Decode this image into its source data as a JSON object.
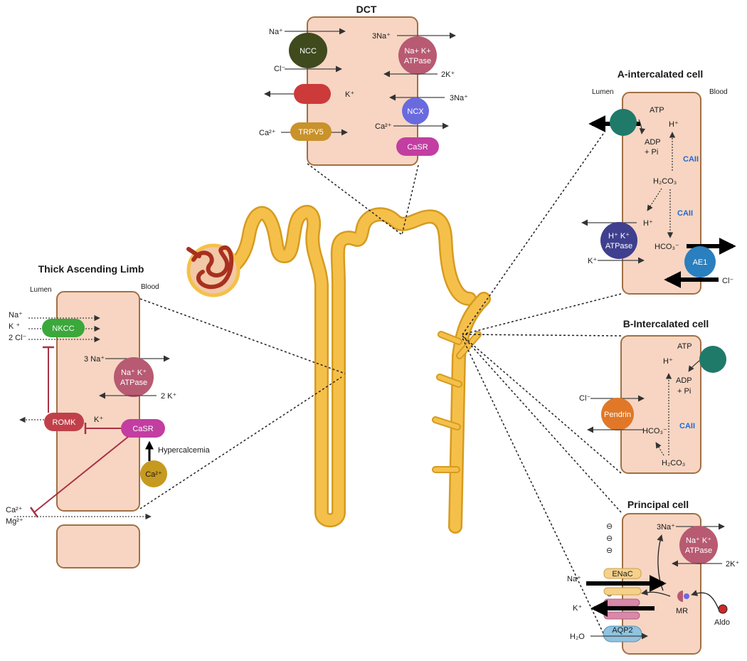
{
  "colors": {
    "cell_fill": "#f7d5c2",
    "cell_stroke": "#a07045",
    "tubule": "#f5c04a",
    "tubule_stroke": "#d69b1f",
    "glomerulus": "#a8301f",
    "ncc": "#3f4a1d",
    "atpase": "#b85a72",
    "red_channel": "#cc3a3a",
    "ncx": "#6a6adf",
    "trpv5": "#c9922a",
    "casr": "#c23ea0",
    "nkcc": "#3aa83a",
    "romk": "#c0404a",
    "teal": "#1f7a6a",
    "ae1": "#2a7fbf",
    "pendrin": "#e07828",
    "ca_blob": "#c69a1f",
    "enac": "#f6d18a",
    "roc": "#d888a8",
    "aqp2": "#8fc3e0",
    "aldo": "#cc2a2a",
    "inhibit": "#a83246"
  },
  "dct": {
    "title": "DCT",
    "ncc": "NCC",
    "atpase_line1": "Na+ K+",
    "atpase_line2": "ATPase",
    "ncx": "NCX",
    "trpv5": "TRPV5",
    "casr": "CaSR",
    "na": "Na⁺",
    "cl": "Cl⁻",
    "k": "K⁺",
    "ca": "Ca²⁺",
    "three_na": "3Na⁺",
    "two_k": "2K⁺",
    "three_na_b": "3Na⁺",
    "ca_b": "Ca²⁺"
  },
  "tal": {
    "title": "Thick Ascending Limb",
    "lumen": "Lumen",
    "blood": "Blood",
    "na": "Na⁺",
    "k": "K ⁺",
    "two_cl": "2 Cl⁻",
    "nkcc": "NKCC",
    "three_na": "3 Na⁺",
    "atpase_line1": "Na⁺ K⁺",
    "atpase_line2": "ATPase",
    "two_k": "2 K⁺",
    "romk": "ROMK",
    "k_romk": "K⁺",
    "casr": "CaSR",
    "hypercalcemia": "Hypercalcemia",
    "ca_blob": "Ca²⁺",
    "ca": "Ca²⁺",
    "mg": "Mg²⁺"
  },
  "a_cell": {
    "title": "A-intercalated cell",
    "lumen": "Lumen",
    "blood": "Blood",
    "atp": "ATP",
    "h1": "H⁺",
    "adp": "ADP",
    "pi": "+ Pi",
    "caii1": "CAII",
    "h2co3": "H₂CO₃",
    "caii2": "CAII",
    "h2": "H⁺",
    "hk_line1": "H⁺ K⁺",
    "hk_line2": "ATPase",
    "k": "K⁺",
    "hco3": "HCO₃⁻",
    "ae1": "AE1",
    "cl": "Cl⁻"
  },
  "b_cell": {
    "title": "B-Intercalated cell",
    "atp": "ATP",
    "h": "H⁺",
    "adp": "ADP",
    "pi": "+ Pi",
    "cl": "Cl⁻",
    "pendrin": "Pendrin",
    "caii": "CAII",
    "hco3": "HCO₃⁻",
    "h2co3": "H₂CO₃"
  },
  "p_cell": {
    "title": "Principal cell",
    "three_na": "3Na⁺",
    "atpase_line1": "Na⁺ K⁺",
    "atpase_line2": "ATPase",
    "two_k": "2K⁺",
    "enac": "ENaC",
    "na": "Na⁺",
    "k": "K⁺",
    "mr": "MR",
    "aldo": "Aldo",
    "aqp2": "AQP2",
    "h2o": "H₂O",
    "minus": "⊖"
  }
}
